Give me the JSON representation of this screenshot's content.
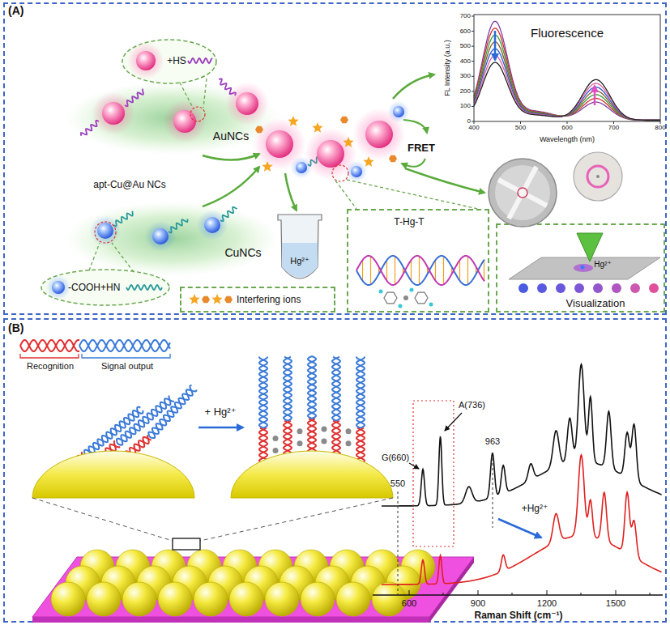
{
  "diagram": {
    "nodes": [
      {
        "text": [
          "(A)"
        ]
      },
      {
        "text": [
          "+HS"
        ],
        "in": 0
      },
      {
        "text": [
          "AuNCs"
        ],
        "in": 0
      },
      {
        "text": [
          "CuNCs"
        ],
        "in": 0
      },
      {
        "text": [
          "-COOH+HN"
        ],
        "in": 0
      },
      {
        "text": [
          "Fluorescence"
        ],
        "in": 0
      },
      {
        "text": [
          "Interfering ions"
        ],
        "in": 0
      },
      {
        "text": [
          "T-Hg-T"
        ],
        "in": 0
      },
      {
        "text": [
          "Hg²⁺",
          "Visualization"
        ],
        "in": 0
      },
      {
        "text": [
          "(B)"
        ]
      }
    ],
    "labels": [
      "apt-Cu@Au NCs",
      "FRET",
      "Hg²⁺",
      "FL Intensity (a.u.)",
      "Wavelength (nm)",
      "0",
      "100",
      "200",
      "300",
      "400",
      "500",
      "600",
      "700",
      "400",
      "500",
      "600",
      "700",
      "800",
      "Recognition",
      "Signal output",
      "+ Hg²⁺",
      "G(660)",
      "A(736)",
      "963",
      "550",
      "+Hg²⁺",
      "Raman Shift (cm⁻¹)",
      "600",
      "900",
      "1200",
      "1500"
    ]
  }
}
